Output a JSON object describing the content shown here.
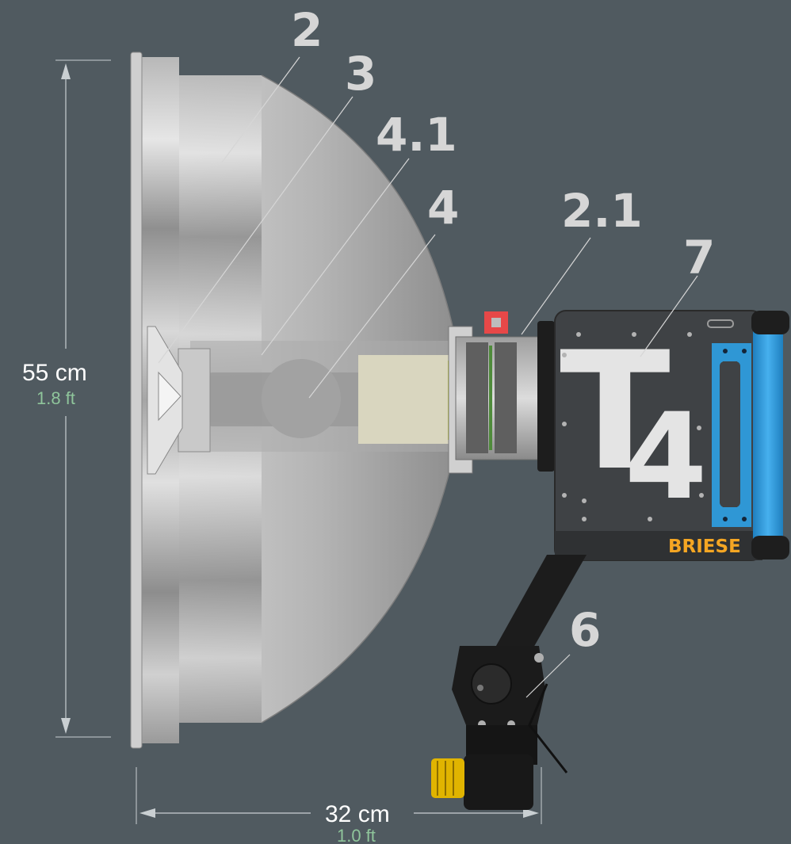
{
  "callouts": [
    "2",
    "3",
    "4.1",
    "4",
    "2.1",
    "7",
    "6"
  ],
  "dimensions": {
    "height_cm": "55 cm",
    "height_ft": "1.8 ft",
    "depth_cm": "32 cm",
    "depth_ft": "1.0 ft"
  },
  "head": {
    "panel_mark_letter": "T",
    "panel_mark_number": "4",
    "brand": "BRIESE"
  },
  "colors": {
    "background": "#505a60",
    "callout": "#d6d6d6",
    "dimension_text": "#ffffff",
    "dimension_sub": "#8fc59b",
    "handle": "#2f97d5",
    "brand": "#f5a623",
    "knob": "#e0b400"
  }
}
